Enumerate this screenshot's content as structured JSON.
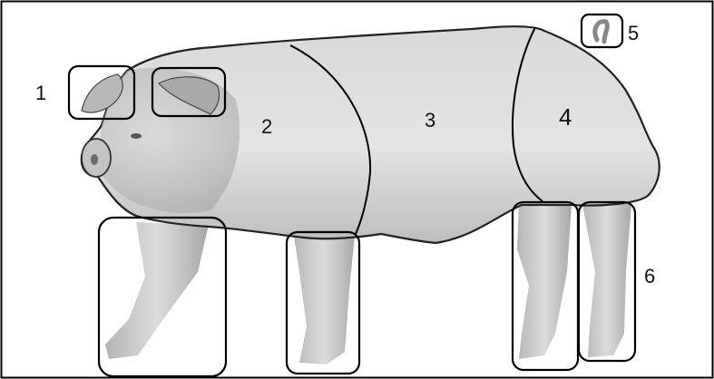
{
  "diagram": {
    "labels": [
      {
        "id": "1",
        "text": "1"
      },
      {
        "id": "2",
        "text": "2"
      },
      {
        "id": "3",
        "text": "3"
      },
      {
        "id": "4",
        "text": "4"
      },
      {
        "id": "5",
        "text": "5"
      },
      {
        "id": "6",
        "text": "6"
      }
    ]
  },
  "colors": {
    "frame": "#000000",
    "body_light": "#e6e6e6",
    "body_mid": "#c8c8c8",
    "body_dark": "#8a8a8a"
  }
}
